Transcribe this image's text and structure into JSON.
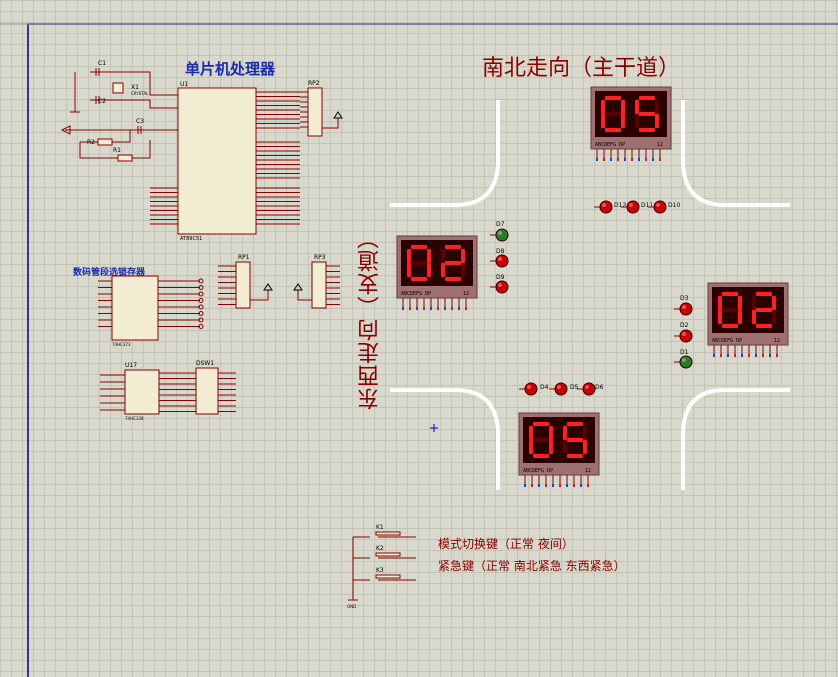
{
  "titles": {
    "north_south": "南北走向（主干道）",
    "east_west": "东西走向（支道）",
    "mcu": "单片机处理器",
    "latch": "数码管段选锁存器",
    "mode_key": "模式切换键（正常  夜间）",
    "emergency_key": "紧急键（正常 南北紧急 东西紧急）"
  },
  "displays": {
    "north": {
      "value": "05",
      "pins": "ABCDEFG DP",
      "num": "12"
    },
    "west": {
      "value": "02",
      "pins": "ABCDEFG DP",
      "num": "12"
    },
    "east": {
      "value": "02",
      "pins": "ABCDEFG DP",
      "num": "12"
    },
    "south": {
      "value": "05",
      "pins": "ABCDEFG DP",
      "num": "12"
    }
  },
  "components": {
    "mcu": {
      "ref": "U1",
      "name": "AT89C51"
    },
    "c1": "C1",
    "c2": "C2",
    "c3": "C3",
    "x1": "X1",
    "x1_val": "CRYSTAL",
    "r1": "R1",
    "r2": "R2",
    "rp1": "RP1",
    "rp2": "RP2",
    "rp3": "RP3",
    "u17": "U17",
    "u17_name": "74HC138",
    "latch_chip": "74HC373",
    "dsw": "DSW1",
    "k1": "K1",
    "k2": "K2",
    "k3": "K3",
    "gnd": "GND"
  },
  "leds": {
    "d1": "D1",
    "d2": "D2",
    "d3": "D3",
    "d4": "D4",
    "d5": "D5",
    "d6": "D6",
    "d7": "D7",
    "d8": "D8",
    "d9": "D9",
    "d10": "D10",
    "d11": "D11",
    "d12": "D12"
  },
  "colors": {
    "wire": "#8b0000",
    "display_bg": "#2a0000",
    "display_frame": "#a07070",
    "segment_on": "#ff2020",
    "segment_off": "#5a0000",
    "led_red": "#cc0000",
    "led_green": "#2a7a2a",
    "road": "#ffffff",
    "chip_fill": "#f2ecd2"
  }
}
